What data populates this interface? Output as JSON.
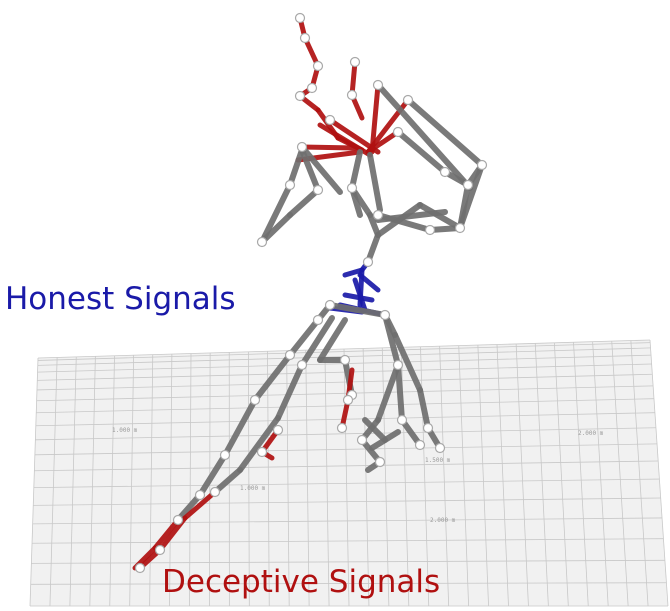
{
  "labels": {
    "honest": "Honest Signals",
    "deceptive": "Deceptive Signals"
  },
  "colors": {
    "honest": "#1a1aa8",
    "deceptive": "#b01010",
    "bone": "#6f6f6f",
    "joint": "#a8a8a8",
    "grid": "#c8c8c8",
    "floor": "#f1f1f1"
  },
  "floor_annotations": [
    "1.000 m",
    "1.500 m",
    "2.000 m",
    "2.000 m",
    "1.000 m"
  ]
}
